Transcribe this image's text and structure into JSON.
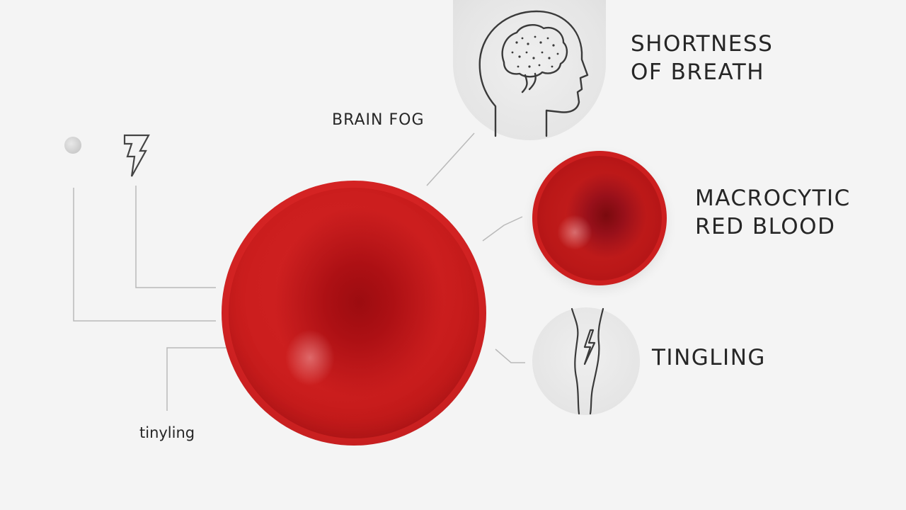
{
  "labels": {
    "shortness_line1": "SHORTNESS",
    "shortness_line2": "OF BREATH",
    "brain_fog": "BRAIN FOG",
    "macrocytic_line1": "MACROCYTIC",
    "macrocytic_line2": "RED BLOOD",
    "tingling": "TINGLING",
    "tingling_small": "tinyling"
  },
  "icons": {
    "brain_head": "head-with-brain-icon",
    "leg_tingling": "leg-with-lightning-icon",
    "lightning_small": "lightning-bolt-icon",
    "dot": "dot-icon"
  },
  "colors": {
    "background": "#f4f4f4",
    "cell_red": "#c81c1c",
    "cell_dark": "#9c0c10",
    "icon_bg": "#e6e6e6",
    "line": "#b4b4b4",
    "text": "#262626"
  }
}
